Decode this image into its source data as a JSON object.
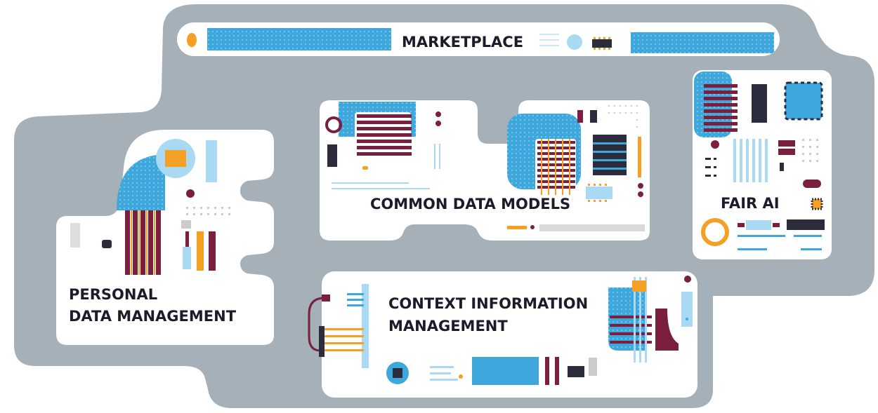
{
  "modules": {
    "marketplace": {
      "label": "MARKETPLACE"
    },
    "common_data_models": {
      "label": "COMMON DATA MODELS"
    },
    "fair_ai": {
      "label": "FAIR AI"
    },
    "personal_data_management": {
      "line1": "PERSONAL",
      "line2": "DATA MANAGEMENT"
    },
    "context_information_management": {
      "line1": "CONTEXT INFORMATION",
      "line2": "MANAGEMENT"
    }
  },
  "colors": {
    "background": "#a6b0b8",
    "board": "#ffffff",
    "blue": "#3ea7dc",
    "light_blue": "#a9d9f3",
    "maroon": "#7a1f3d",
    "orange": "#f4a025",
    "dark": "#2b2d3c",
    "gray": "#cccccc"
  }
}
